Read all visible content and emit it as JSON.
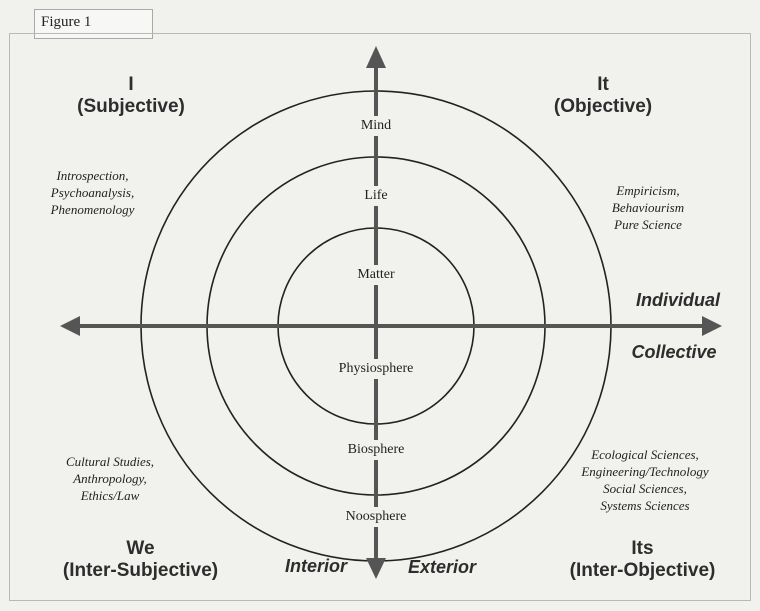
{
  "figure_label": "Figure 1",
  "quadrants": {
    "upper_left": {
      "title": "I",
      "subtitle": "(Subjective)"
    },
    "upper_right": {
      "title": "It",
      "subtitle": "(Objective)"
    },
    "lower_left": {
      "title": "We",
      "subtitle": "(Inter-Subjective)"
    },
    "lower_right": {
      "title": "Its",
      "subtitle": "(Inter-Objective)"
    }
  },
  "disciplines": {
    "upper_left": [
      "Introspection,",
      "Psychoanalysis,",
      "Phenomenology"
    ],
    "upper_right": [
      "Empiricism,",
      "Behaviourism",
      "Pure Science"
    ],
    "lower_left": [
      "Cultural Studies,",
      "Anthropology,",
      "Ethics/Law"
    ],
    "lower_right": [
      "Ecological Sciences,",
      "Engineering/Technology",
      "Social Sciences,",
      "Systems Sciences"
    ]
  },
  "rings": {
    "upper": [
      "Mind",
      "Life",
      "Matter"
    ],
    "lower": [
      "Physiosphere",
      "Biosphere",
      "Noosphere"
    ]
  },
  "axes": {
    "upper_right": "Individual",
    "lower_right": "Collective",
    "bottom_left": "Interior",
    "bottom_right": "Exterior"
  },
  "colors": {
    "background": "#f1f1ee",
    "line": "#222222",
    "arrow": "#555555"
  }
}
